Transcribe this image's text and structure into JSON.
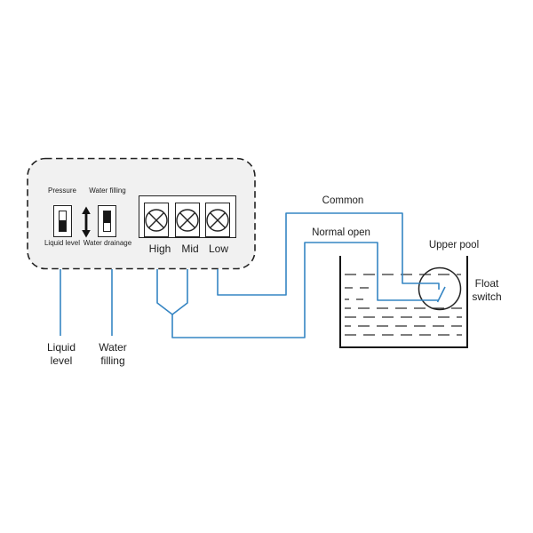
{
  "colors": {
    "wire_blue": "#3585C3",
    "ink": "#222222",
    "panel_fill": "#F1F1F1"
  },
  "controller_panel": {
    "mode_switch": {
      "top_label": "Pressure",
      "bottom_label": "Liquid level"
    },
    "direction_switch": {
      "top_label": "Water filling",
      "bottom_label": "Water drainage"
    },
    "terminal_labels": [
      "High",
      "Mid",
      "Low"
    ]
  },
  "wiring": {
    "common_label": "Common",
    "normal_open_label": "Normal open"
  },
  "pool": {
    "label": "Upper pool",
    "float_switch_label": "Float\nswitch"
  },
  "sensor_labels": {
    "liquid_level": "Liquid\nlevel",
    "water_filling": "Water\nfilling"
  }
}
